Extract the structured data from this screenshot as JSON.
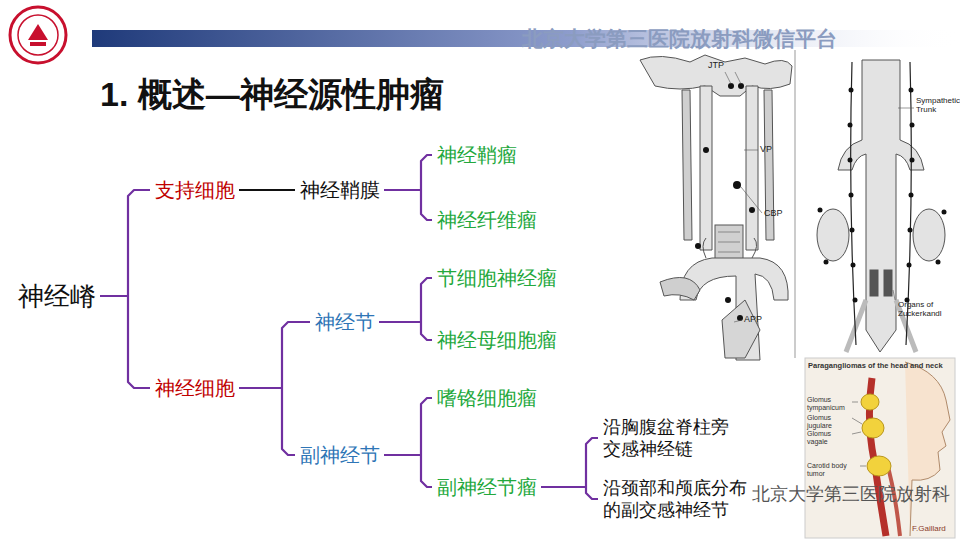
{
  "diagram": {
    "title": "1. 概述—神经源性肿瘤",
    "nodes": [
      {
        "text": [
          "神经嵴"
        ]
      },
      {
        "text": [
          "支持细胞"
        ]
      },
      {
        "text": [
          "神经鞘膜"
        ]
      },
      {
        "text": [
          "神经鞘瘤"
        ]
      },
      {
        "text": [
          "神经纤维瘤"
        ]
      },
      {
        "text": [
          "神经细胞"
        ]
      },
      {
        "text": [
          "神经节"
        ]
      },
      {
        "text": [
          "节细胞神经瘤"
        ]
      },
      {
        "text": [
          "神经母细胞瘤"
        ]
      },
      {
        "text": [
          "副神经节"
        ]
      },
      {
        "text": [
          "嗜铬细胞瘤"
        ]
      },
      {
        "text": [
          "副神经节瘤"
        ]
      },
      {
        "text": [
          "沿胸腹盆脊柱旁交感神经链"
        ]
      },
      {
        "text": [
          "沿颈部和颅底分布的副交感神经节"
        ]
      }
    ],
    "edges": [
      {
        "from": 0,
        "to": 1,
        "arrow": "none"
      },
      {
        "from": 0,
        "to": 5,
        "arrow": "none"
      },
      {
        "from": 1,
        "to": 2,
        "arrow": "none"
      },
      {
        "from": 2,
        "to": 3,
        "arrow": "none"
      },
      {
        "from": 2,
        "to": 4,
        "arrow": "none"
      },
      {
        "from": 5,
        "to": 6,
        "arrow": "none"
      },
      {
        "from": 5,
        "to": 9,
        "arrow": "none"
      },
      {
        "from": 6,
        "to": 7,
        "arrow": "none"
      },
      {
        "from": 6,
        "to": 8,
        "arrow": "none"
      },
      {
        "from": 9,
        "to": 10,
        "arrow": "none"
      },
      {
        "from": 9,
        "to": 11,
        "arrow": "none"
      },
      {
        "from": 11,
        "to": 12,
        "arrow": "none"
      },
      {
        "from": 11,
        "to": 13,
        "arrow": "none"
      }
    ],
    "labels": [
      "北京大学第三医院放射科微信平台",
      "JTP",
      "VP",
      "CBP",
      "APP",
      "Sympathetic Trunk",
      "Organs of Zuckerkandl",
      "Paragangliomas of the head and neck",
      "Glomus tympanicum",
      "Glomus jugulare",
      "Glomus vagale",
      "Carotid body tumor",
      "F.Gaillard",
      "北京大学第三医院放射科"
    ]
  }
}
